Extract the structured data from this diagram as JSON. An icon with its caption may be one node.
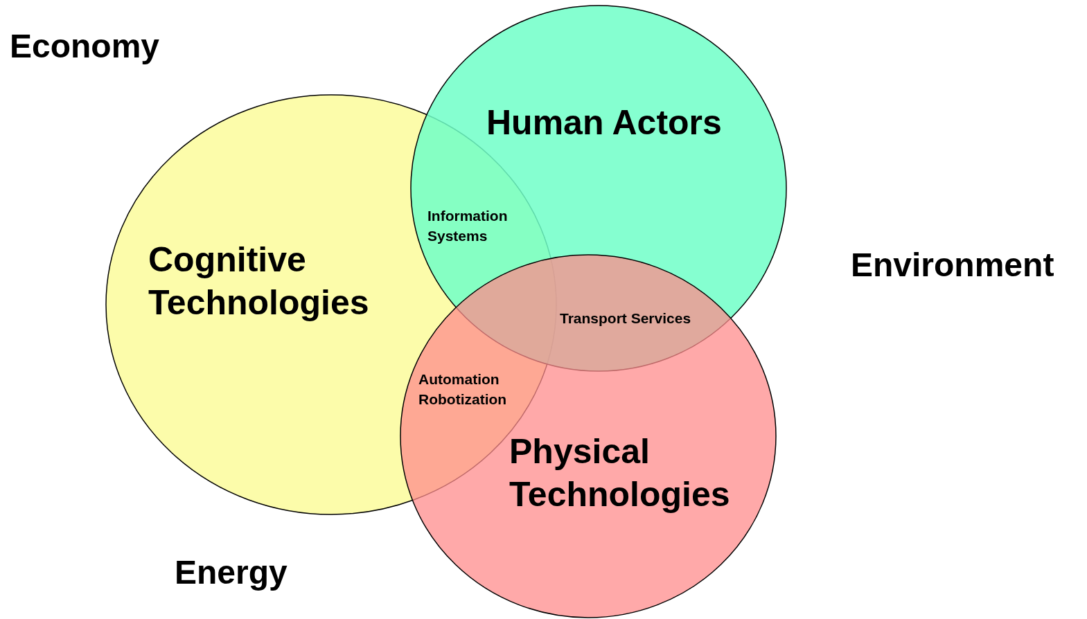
{
  "diagram": {
    "nodes": [
      {
        "text": [
          "Human Actors"
        ]
      },
      {
        "text": [
          "Cognitive Technologies"
        ]
      },
      {
        "text": [
          "Physical Technologies"
        ]
      }
    ],
    "labels": [
      "Economy",
      "Information Systems",
      "Environment",
      "Transport Services",
      "Automation Robotization",
      "Energy"
    ]
  }
}
